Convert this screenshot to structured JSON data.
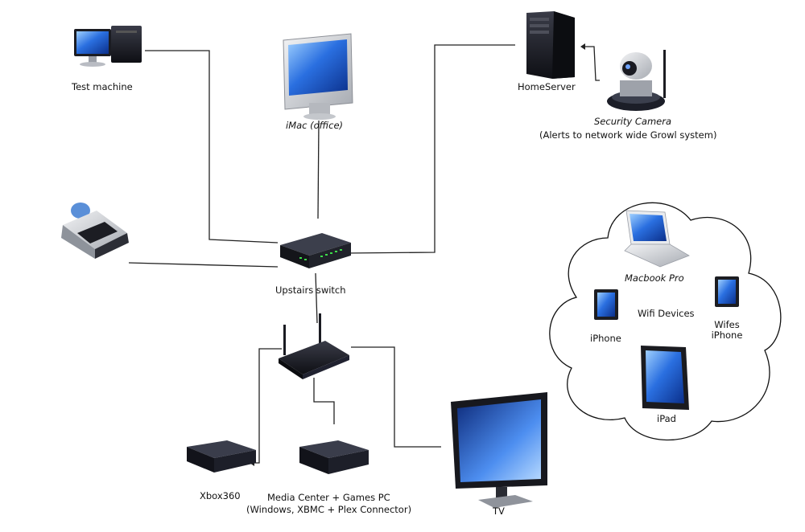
{
  "colors": {
    "screen_blue": "#1f5fd0",
    "screen_glow": "#7fb6ff",
    "device_dark": "#1c1c22",
    "silver": "#c9ccd1",
    "line": "#222222"
  },
  "devices": {
    "test_machine": {
      "label": "Test machine",
      "icon": "desktop-pc-icon"
    },
    "imac": {
      "label": "iMac (office)",
      "icon": "imac-icon"
    },
    "home_server": {
      "label": "HomeServer",
      "icon": "tower-server-icon"
    },
    "security_camera": {
      "label": "Security Camera",
      "sublabel": "(Alerts to network wide Growl system)",
      "icon": "ip-camera-icon"
    },
    "printer": {
      "label": "",
      "icon": "printer-icon"
    },
    "upstairs_switch": {
      "label": "Upstairs switch",
      "icon": "network-switch-icon"
    },
    "router": {
      "label": "",
      "icon": "wifi-router-icon"
    },
    "xbox": {
      "label": "Xbox360",
      "icon": "console-icon"
    },
    "media_center": {
      "label": "Media Center + Games PC",
      "sublabel": "(Windows, XBMC + Plex Connector)",
      "icon": "media-pc-icon"
    },
    "tv": {
      "label": "TV",
      "icon": "tv-icon"
    }
  },
  "wifi_cloud": {
    "title": "Wifi Devices",
    "items": [
      {
        "label": "Macbook Pro",
        "icon": "laptop-icon"
      },
      {
        "label": "iPhone",
        "icon": "phone-icon"
      },
      {
        "label": "Wifes iPhone",
        "icon": "phone-icon"
      },
      {
        "label": "iPad",
        "icon": "tablet-icon"
      }
    ]
  }
}
